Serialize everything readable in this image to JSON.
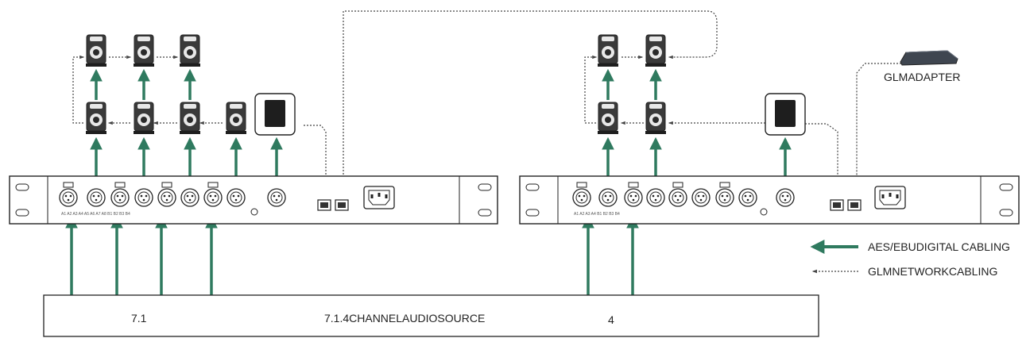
{
  "colors": {
    "aes_cable": "#2f7a5f",
    "network_cable": "#444444",
    "outline": "#222222",
    "speaker_body": "#3a3a3a"
  },
  "labels": {
    "glm_adapter": "GLMADAPTER",
    "source_box_title": "7.1.4CHANNELAUDIOSOURCE",
    "source_group_71": "7.1",
    "source_group_4": "4"
  },
  "legend": {
    "aes": "AES/EBUDIGITAL CABLING",
    "network": "GLMNETWORKCABLING"
  },
  "icons": {
    "speaker": "speaker-icon",
    "controller": "glm-controller-icon",
    "adapter": "glm-adapter-icon",
    "xlr": "xlr-connector-icon",
    "rj45": "rj45-port-icon",
    "iec": "power-inlet-icon",
    "rack": "rack-interface-unit"
  }
}
